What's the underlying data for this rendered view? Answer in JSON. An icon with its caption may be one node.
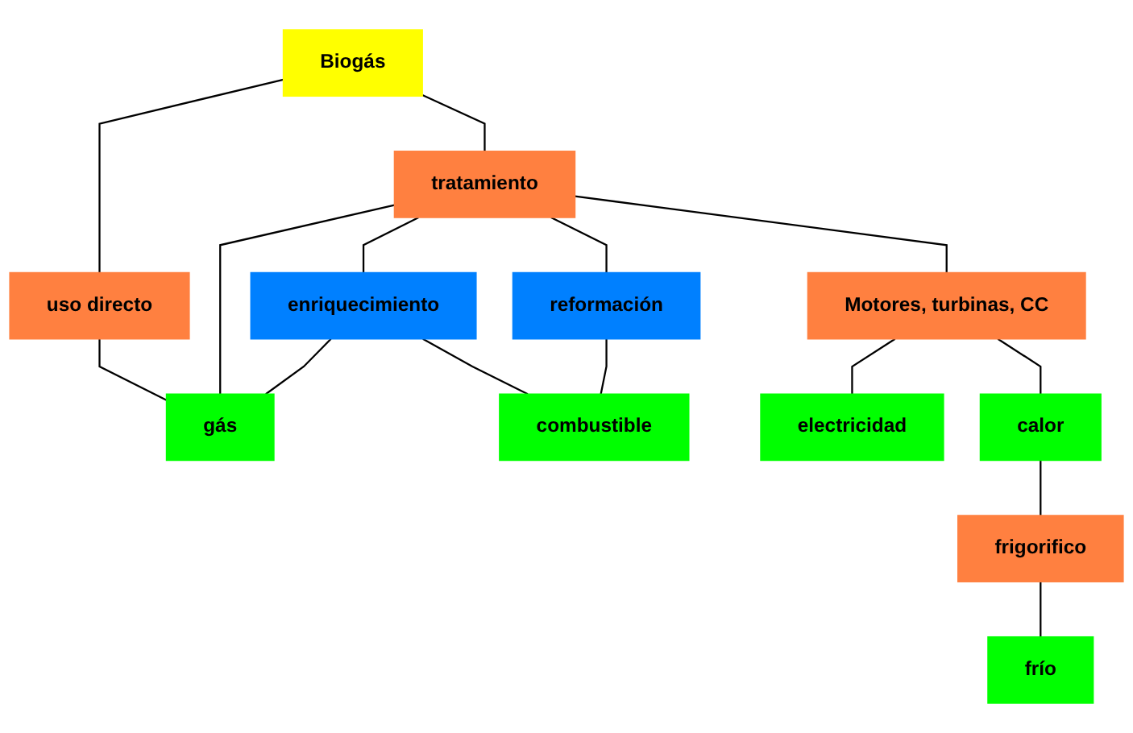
{
  "diagram": {
    "nodes": [
      {
        "text": [
          "Biogás"
        ]
      },
      {
        "text": [
          "uso directo"
        ]
      },
      {
        "text": [
          "tratamiento"
        ]
      },
      {
        "text": [
          "Motores, turbinas, CC"
        ]
      },
      {
        "text": [
          "enriquecimiento"
        ]
      },
      {
        "text": [
          "reformación"
        ]
      },
      {
        "text": [
          "frigorifico"
        ]
      },
      {
        "text": [
          "gás"
        ]
      },
      {
        "text": [
          "combustible"
        ]
      },
      {
        "text": [
          "electricidad"
        ]
      },
      {
        "text": [
          "calor"
        ]
      },
      {
        "text": [
          "frío"
        ]
      }
    ],
    "edges": [
      {
        "from": 0,
        "to": 1,
        "arrow": "none"
      },
      {
        "from": 1,
        "to": 7,
        "arrow": "none"
      },
      {
        "from": 0,
        "to": 2,
        "arrow": "none"
      },
      {
        "from": 2,
        "to": 3,
        "arrow": "none"
      },
      {
        "from": 2,
        "to": 7,
        "arrow": "none"
      },
      {
        "from": 2,
        "to": 4,
        "arrow": "none"
      },
      {
        "from": 2,
        "to": 5,
        "arrow": "none"
      },
      {
        "from": 4,
        "to": 7,
        "arrow": "none"
      },
      {
        "from": 4,
        "to": 8,
        "arrow": "none"
      },
      {
        "from": 5,
        "to": 8,
        "arrow": "none"
      },
      {
        "from": 3,
        "to": 9,
        "arrow": "none"
      },
      {
        "from": 3,
        "to": 10,
        "arrow": "none"
      },
      {
        "from": 10,
        "to": 6,
        "arrow": "none"
      },
      {
        "from": 6,
        "to": 11,
        "arrow": "none"
      }
    ]
  }
}
